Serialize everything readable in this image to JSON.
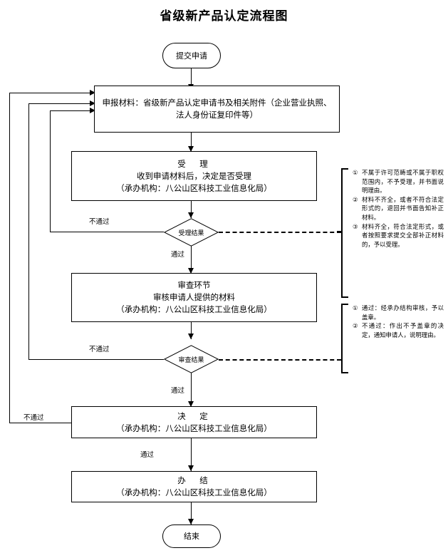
{
  "title": "省级新产品认定流程图",
  "nodes": {
    "start": {
      "label": "提交申请"
    },
    "materials": {
      "line1": "申报材料：省级新产品认定申请书及相关附件（企业营业执照、",
      "line2": "法人身份证复印件等）"
    },
    "accept": {
      "head": "受　理",
      "line2": "收到申请材料后，决定是否受理",
      "line3": "（承办机构：八公山区科技工业信息化局）"
    },
    "accept_result": {
      "label": "受理结果"
    },
    "review": {
      "head": "审查环节",
      "line2": "审核申请人提供的材料",
      "line3": "（承办机构：八公山区科技工业信息化局）"
    },
    "review_result": {
      "label": "审查结果"
    },
    "decision": {
      "head": "决　定",
      "line2": "（承办机构：八公山区科技工业信息化局）"
    },
    "complete": {
      "head": "办　结",
      "line2": "（承办机构：八公山区科技工业信息化局）"
    },
    "end": {
      "label": "结束"
    }
  },
  "edges": {
    "accept_fail": "不通过",
    "accept_pass": "通过",
    "review_fail": "不通过",
    "review_pass": "通过",
    "decision_fail": "不通过",
    "decision_pass": "通过"
  },
  "notes": {
    "accept_note": {
      "items": [
        {
          "num": "①",
          "text": "不属于许可范畴或不属于职权范围内，不予受理，并书面说明理由。"
        },
        {
          "num": "②",
          "text": "材料不齐全，或者不符合法定形式的，退回并书面告知补正材料。"
        },
        {
          "num": "③",
          "text": "材料齐全，符合法定形式，或者按照要求提交全部补正材料的，予以受理。"
        }
      ]
    },
    "review_note": {
      "items": [
        {
          "num": "①",
          "text": "通过：经承办结构审核，予以盖章。"
        },
        {
          "num": "②",
          "text": "不通过：作出不予盖章的决定，通知申请人，说明理由。"
        }
      ]
    }
  },
  "colors": {
    "line": "#000000",
    "background": "#ffffff",
    "text": "#000000"
  }
}
